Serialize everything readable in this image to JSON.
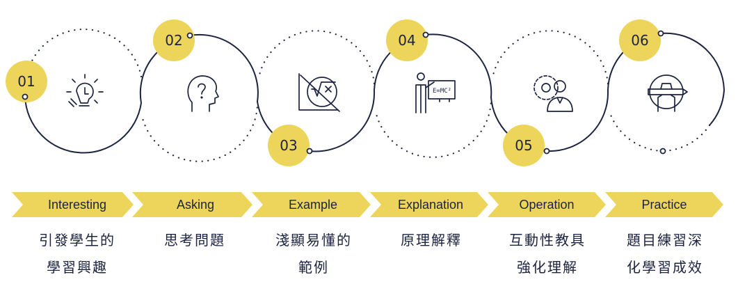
{
  "colors": {
    "accent": "#ecd55a",
    "ink": "#1c2340"
  },
  "steps": [
    {
      "number": "01",
      "icon": "lightbulb-icon",
      "label": "Interesting",
      "desc": [
        "引發學生的",
        "學習興趣"
      ]
    },
    {
      "number": "02",
      "icon": "head-question-icon",
      "label": "Asking",
      "desc": [
        "思考問題"
      ]
    },
    {
      "number": "03",
      "icon": "math-formula-icon",
      "label": "Example",
      "desc": [
        "淺顯易懂的",
        "範例"
      ]
    },
    {
      "number": "04",
      "icon": "teacher-board-icon",
      "label": "Explanation",
      "desc": [
        "原理解釋"
      ]
    },
    {
      "number": "05",
      "icon": "person-gear-icon",
      "label": "Operation",
      "desc": [
        "互動性教具",
        "強化理解"
      ]
    },
    {
      "number": "06",
      "icon": "hand-pencil-icon",
      "label": "Practice",
      "desc": [
        "題目練習深",
        "化學習成效"
      ]
    }
  ]
}
